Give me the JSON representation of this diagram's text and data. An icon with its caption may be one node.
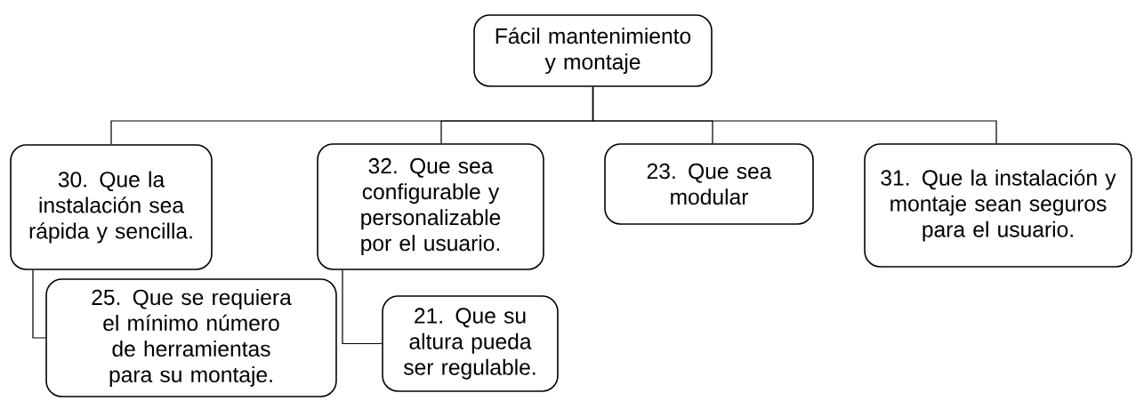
{
  "diagram": {
    "nodes": [
      {
        "text": [
          "Fácil mantenimiento y montaje"
        ]
      },
      {
        "text": [
          "30. Que la instalación sea rápida y sencilla."
        ]
      },
      {
        "text": [
          "32. Que sea configurable y personalizable por el usuario."
        ]
      },
      {
        "text": [
          "23. Que sea modular"
        ]
      },
      {
        "text": [
          "31. Que la instalación y montaje sean seguros para el usuario."
        ]
      },
      {
        "text": [
          "25. Que se requiera el mínimo número de herramientas para su montaje."
        ]
      },
      {
        "text": [
          "21. Que su altura pueda ser regulable."
        ]
      }
    ],
    "edges": [
      {
        "from": 0,
        "to": 1,
        "arrow": "none"
      },
      {
        "from": 0,
        "to": 2,
        "arrow": "none"
      },
      {
        "from": 0,
        "to": 3,
        "arrow": "none"
      },
      {
        "from": 0,
        "to": 4,
        "arrow": "none"
      },
      {
        "from": 1,
        "to": 5,
        "arrow": "none"
      },
      {
        "from": 2,
        "to": 6,
        "arrow": "none"
      }
    ]
  }
}
